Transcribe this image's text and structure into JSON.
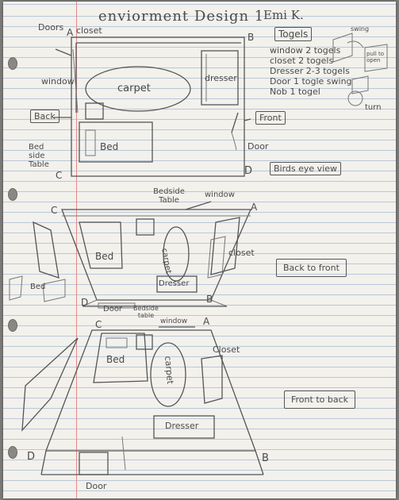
{
  "header": {
    "title": "enviorment Design 1",
    "author": "Emi K."
  },
  "togels": {
    "heading": "Togels",
    "items": [
      "window 2 togels",
      "closet 2 togels",
      "Dresser 2-3 togels",
      "Door 1 togle swing",
      "Nob 1 togel"
    ],
    "swing_label": "swing",
    "pull_label": "pull to open",
    "turn_label": "turn"
  },
  "birds_eye": {
    "caption": "Birds eye view",
    "corners": {
      "a": "A",
      "b": "B",
      "c": "C",
      "d": "D"
    },
    "labels": {
      "doors": "Doors",
      "closet": "closet",
      "window": "window",
      "carpet": "carpet",
      "dresser": "dresser",
      "back": "Back",
      "front": "Front",
      "bed": "Bed",
      "bedside_table": "Bed side Table",
      "door": "Door"
    }
  },
  "back_to_front": {
    "caption": "Back to front",
    "corners": {
      "a": "A",
      "b": "B",
      "c": "C",
      "d": "D"
    },
    "labels": {
      "bedside_table": "Bedside Table",
      "window": "window",
      "bed": "Bed",
      "carpet": "carpet",
      "closet": "closet",
      "dresser": "Dresser",
      "bed_side": "Bed",
      "door": "Door"
    }
  },
  "front_to_back": {
    "caption": "Front to back",
    "corners": {
      "a": "A",
      "b": "B",
      "c": "C",
      "d": "D"
    },
    "labels": {
      "bedside_table": "Bedside table",
      "window": "window",
      "closet": "Closet",
      "bed": "Bed",
      "carpet": "carpet",
      "dresser": "Dresser",
      "door": "Door"
    }
  }
}
